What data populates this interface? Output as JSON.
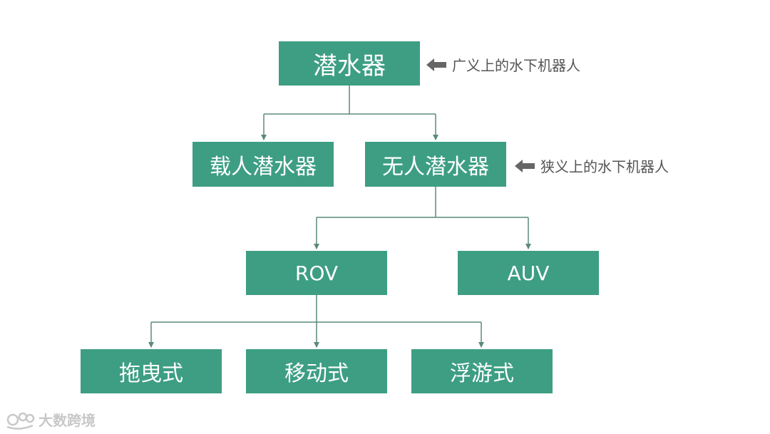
{
  "colors": {
    "node_fill": "#3d9e83",
    "node_text": "#ffffff",
    "connector": "#5a8a7a",
    "annotation_text": "#555555",
    "annotation_arrow": "#666666",
    "watermark": "#c8c8c8"
  },
  "nodes": {
    "submersible": "潜水器",
    "manned": "载人潜水器",
    "unmanned": "无人潜水器",
    "rov": "ROV",
    "auv": "AUV",
    "towed": "拖曳式",
    "mobile": "移动式",
    "floating": "浮游式"
  },
  "annotations": {
    "broad": "广义上的水下机器人",
    "narrow": "狭义上的水下机器人"
  },
  "watermark": {
    "text": "大数跨境"
  }
}
